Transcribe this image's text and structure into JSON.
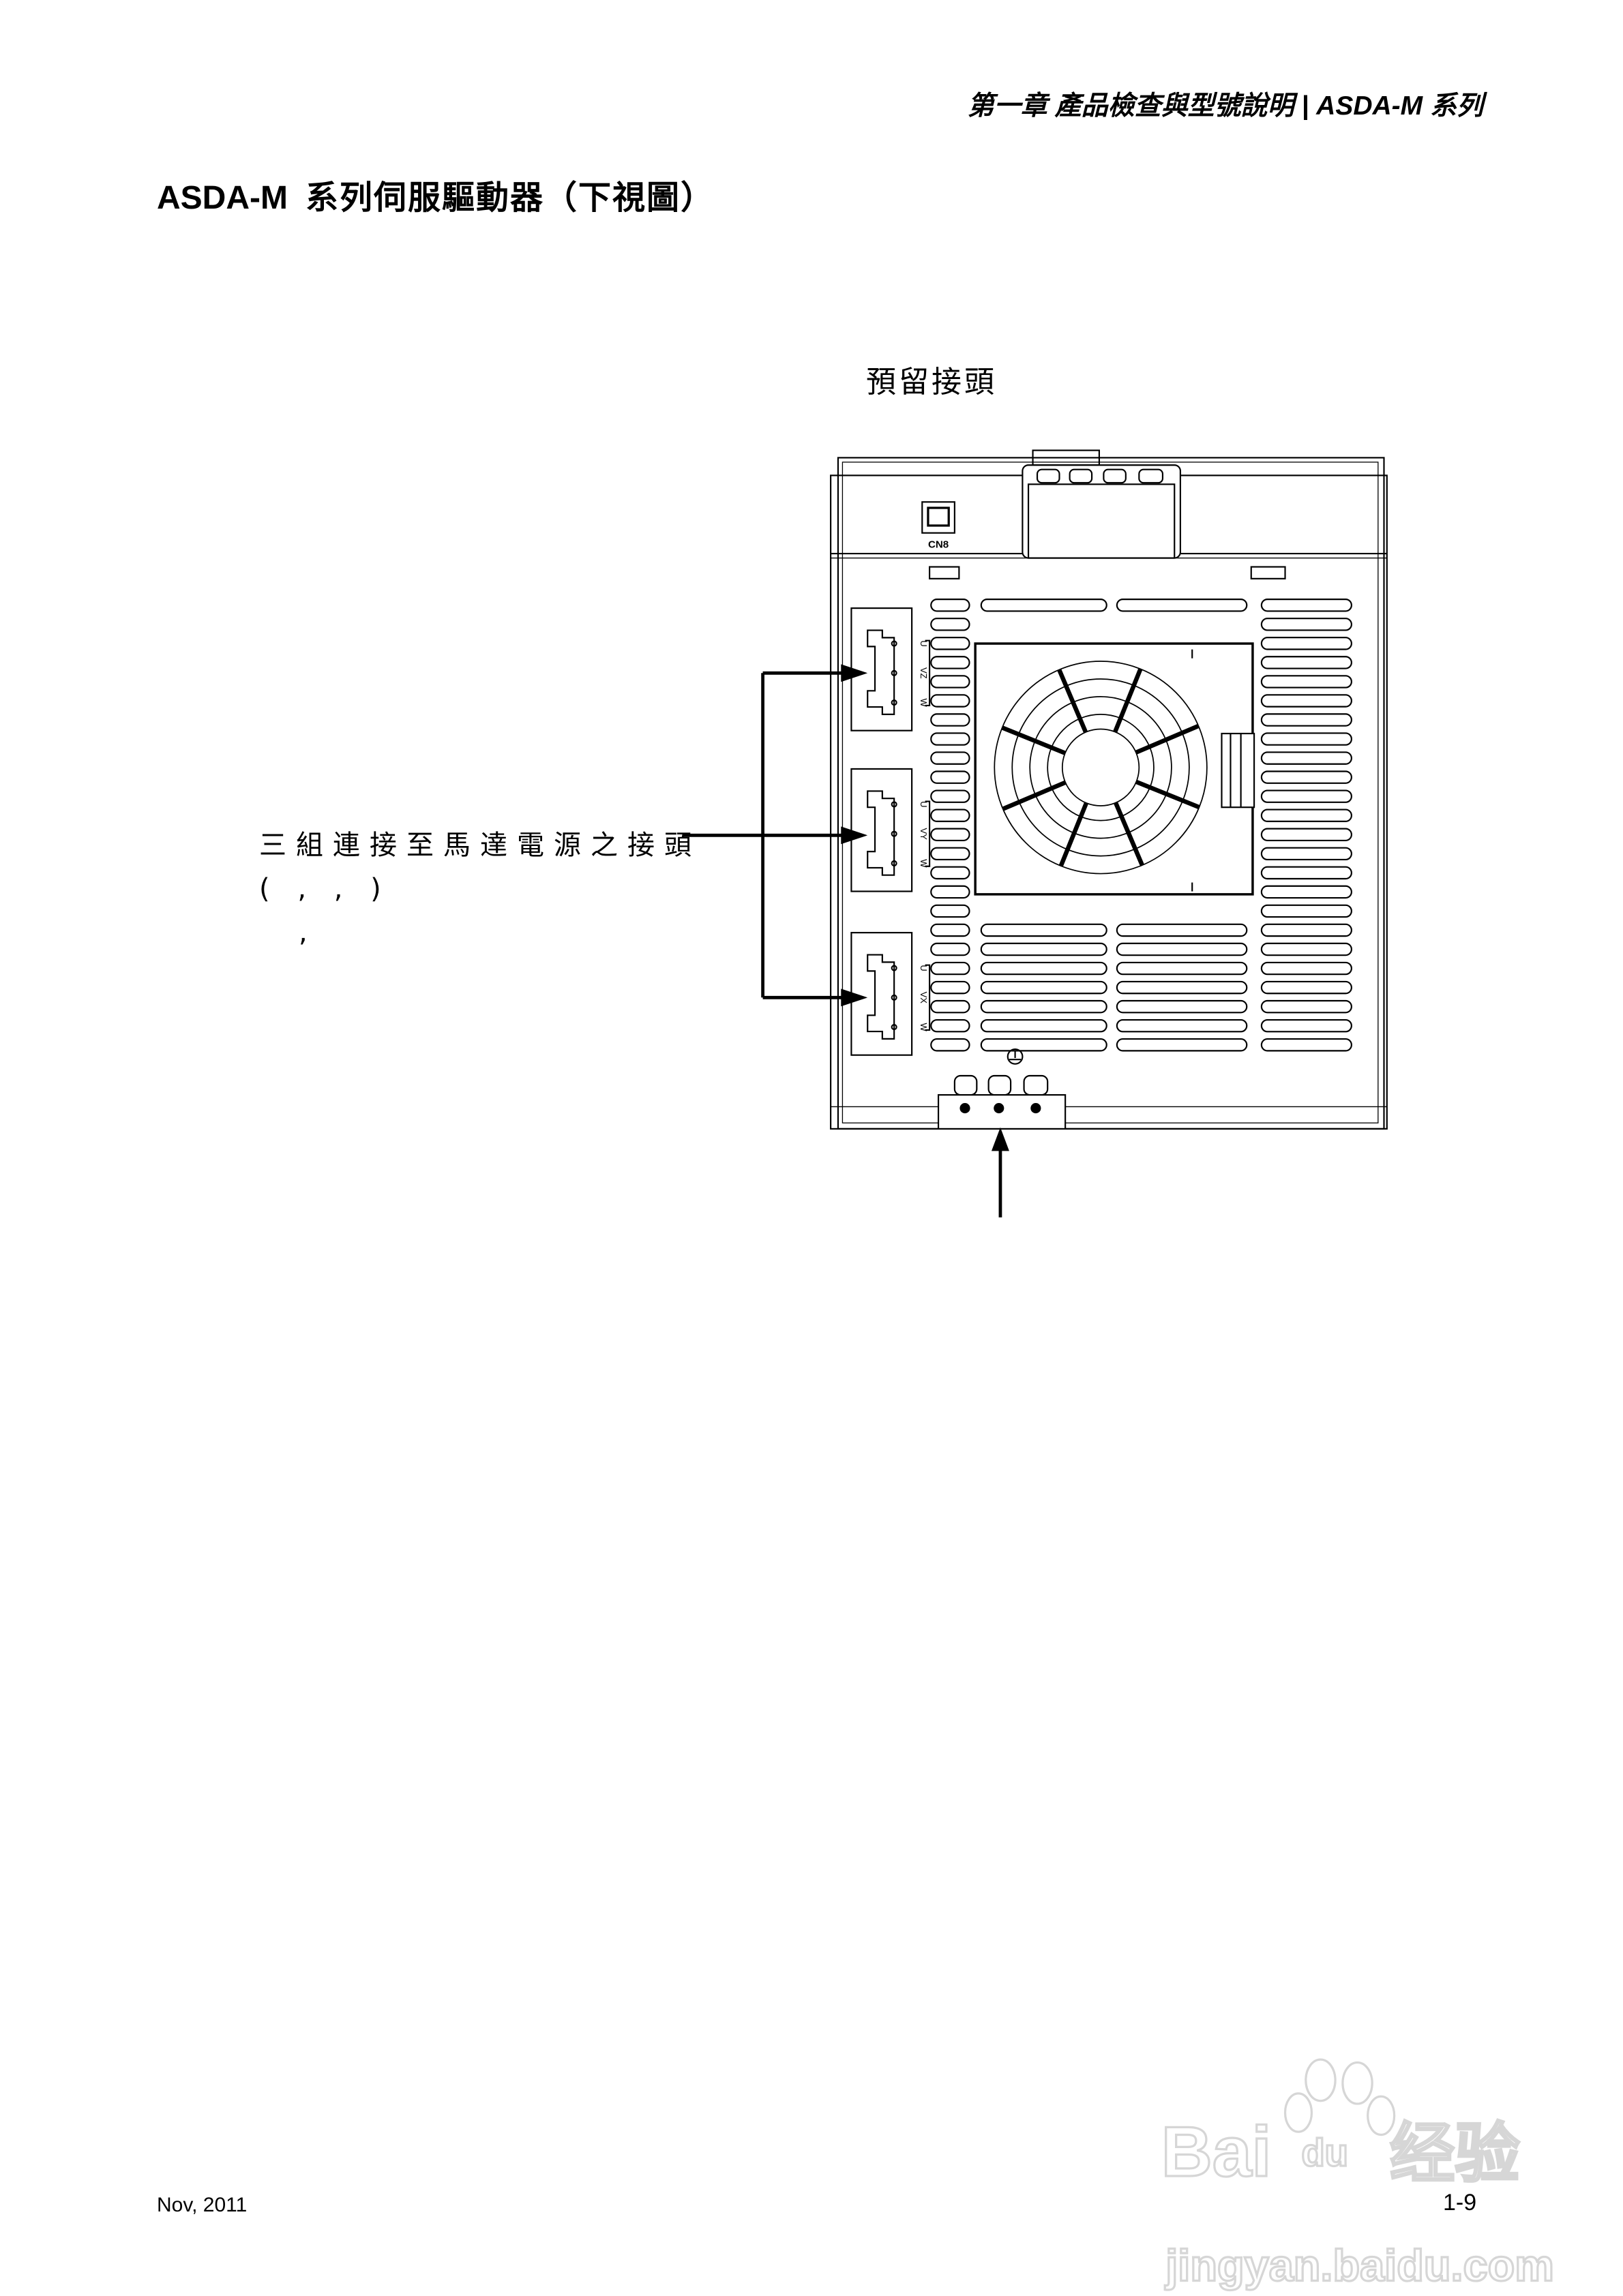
{
  "header": {
    "running_title": "第一章 產品檢查與型號說明 | ASDA-M 系列"
  },
  "page_title": {
    "model": "ASDA-M",
    "text": "系列伺服驅動器（下視圖）"
  },
  "callouts": {
    "reserved_connector": "預留接頭",
    "motor_power": {
      "line1": "三組連接至馬達電源之接頭",
      "line2": "( , , )",
      "line3": ","
    }
  },
  "diagram": {
    "port_label": "CN8",
    "connectors": [
      {
        "pins": [
          "U",
          "V",
          "W"
        ],
        "axis": "Z"
      },
      {
        "pins": [
          "U",
          "V",
          "W"
        ],
        "axis": "Y"
      },
      {
        "pins": [
          "U",
          "V",
          "W"
        ],
        "axis": "X"
      }
    ],
    "ground_icon": "ground-symbol-icon"
  },
  "footer": {
    "date": "Nov, 2011",
    "page_number": "1-9"
  },
  "watermark": {
    "logo": "Bai du 经验",
    "url": "jingyan.baidu.com"
  }
}
